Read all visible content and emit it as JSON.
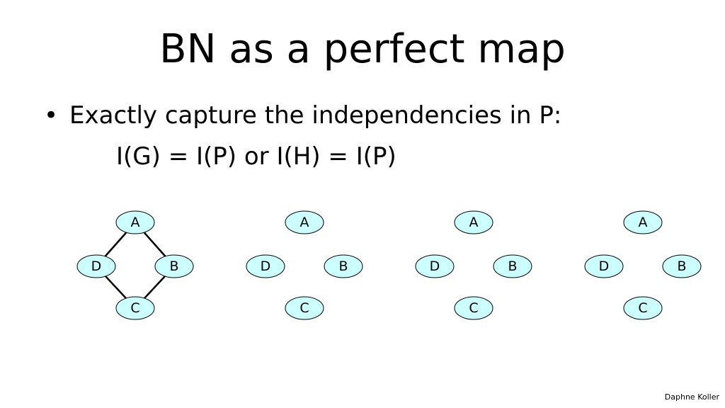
{
  "slide": {
    "title": "BN as a perfect map",
    "bullet_symbol": "•",
    "bullet_text": "Exactly capture the independencies in P:",
    "formula": "I(G) = I(P) or I(H) = I(P)",
    "footer": "Daphne Koller"
  },
  "colors": {
    "node_fill": "#ccffff",
    "node_stroke": "#000000",
    "edge": "#000000"
  },
  "graphs": [
    {
      "nodes": [
        "A",
        "D",
        "B",
        "C"
      ],
      "edges": [
        [
          "A",
          "D"
        ],
        [
          "A",
          "B"
        ],
        [
          "D",
          "C"
        ],
        [
          "B",
          "C"
        ]
      ]
    },
    {
      "nodes": [
        "A",
        "D",
        "B",
        "C"
      ],
      "edges": []
    },
    {
      "nodes": [
        "A",
        "D",
        "B",
        "C"
      ],
      "edges": []
    },
    {
      "nodes": [
        "A",
        "D",
        "B",
        "C"
      ],
      "edges": []
    }
  ]
}
